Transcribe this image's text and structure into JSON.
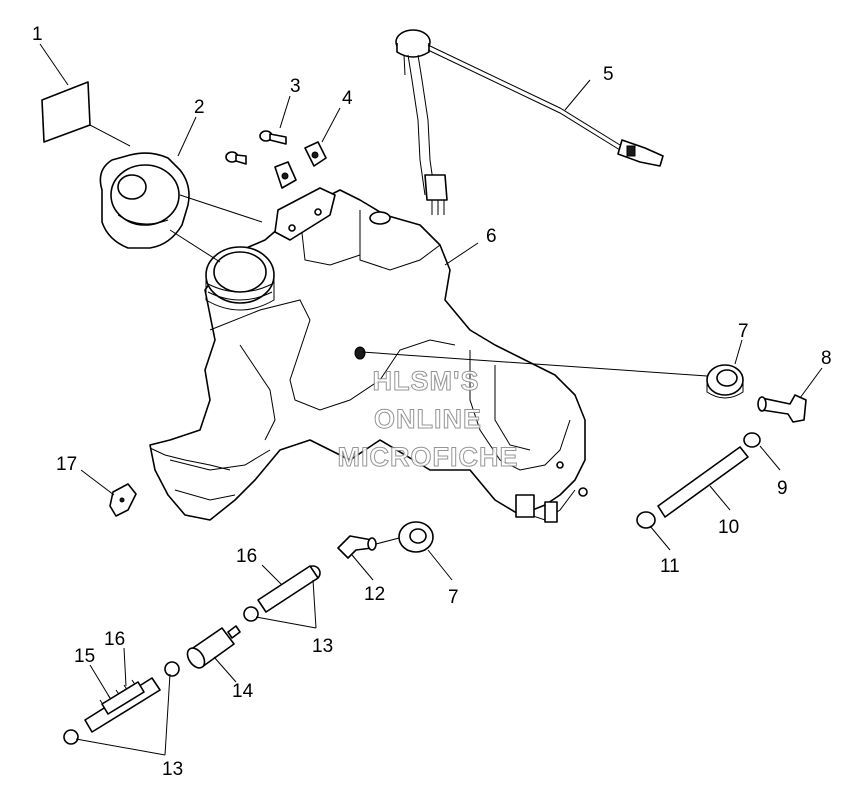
{
  "callouts": {
    "c1": "1",
    "c2": "2",
    "c3": "3",
    "c4": "4",
    "c5": "5",
    "c6": "6",
    "c7a": "7",
    "c7b": "7",
    "c8": "8",
    "c9": "9",
    "c10": "10",
    "c11": "11",
    "c12": "12",
    "c13a": "13",
    "c13b": "13",
    "c14": "14",
    "c15": "15",
    "c16a": "16",
    "c16b": "16",
    "c17": "17"
  },
  "watermark": {
    "line1": "HLSM'S",
    "line2": "ONLINE",
    "line3": "MICROFICHE"
  }
}
